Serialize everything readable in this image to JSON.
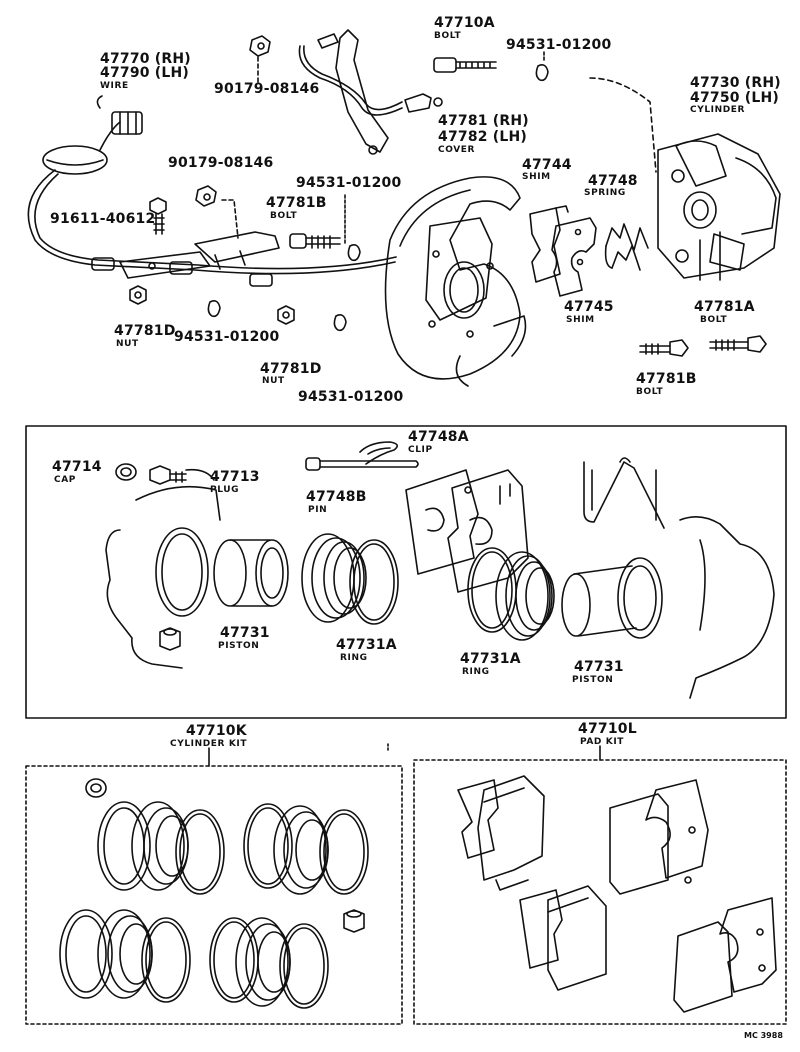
{
  "colors": {
    "ink": "#111111",
    "paper": "#ffffff"
  },
  "labels": {
    "wire_rh": "47770 (RH)",
    "wire_lh": "47790 (LH)",
    "wire_desc": "WIRE",
    "clip_90179_top": "90179-08146",
    "brake_line_icon": "brake-line",
    "bolt_47710a": "47710A",
    "bolt_47710a_desc": "BOLT",
    "clip_94531_top": "94531-01200",
    "cylinder_rh": "47730 (RH)",
    "cylinder_lh": "47750 (LH)",
    "cylinder_desc": "CYLINDER",
    "cover_rh": "47781 (RH)",
    "cover_lh": "47782 (LH)",
    "cover_desc": "COVER",
    "clip_90179_mid": "90179-08146",
    "shim_47744": "47744",
    "shim_47744_desc": "SHIM",
    "spring_47748": "47748",
    "spring_47748_desc": "SPRING",
    "clip_94531_mid": "94531-01200",
    "bolt_47781b_top": "47781B",
    "bolt_47781b_top_desc": "BOLT",
    "screw_91611": "91611-40612",
    "nut_47781d_left": "47781D",
    "nut_47781d_left_desc": "NUT",
    "clip_94531_left": "94531-01200",
    "nut_47781d_mid": "47781D",
    "nut_47781d_mid_desc": "NUT",
    "clip_94531_bottom": "94531-01200",
    "shim_47745": "47745",
    "shim_47745_desc": "SHIM",
    "bolt_47781a": "47781A",
    "bolt_47781a_desc": "BOLT",
    "bolt_47781b_bot": "47781B",
    "bolt_47781b_bot_desc": "BOLT",
    "clip_47748a": "47748A",
    "clip_47748a_desc": "CLIP",
    "cap_47714": "47714",
    "cap_47714_desc": "CAP",
    "plug_47713": "47713",
    "plug_47713_desc": "PLUG",
    "pin_47748b": "47748B",
    "pin_47748b_desc": "PIN",
    "piston_left": "47731",
    "piston_left_desc": "PISTON",
    "ring_left": "47731A",
    "ring_left_desc": "RING",
    "ring_right": "47731A",
    "ring_right_desc": "RING",
    "piston_right": "47731",
    "piston_right_desc": "PISTON",
    "cylinder_kit": "47710K",
    "cylinder_kit_desc": "CYLINDER KIT",
    "pad_kit": "47710L",
    "pad_kit_desc": "PAD KIT",
    "catalog_code": "MC 3988"
  }
}
